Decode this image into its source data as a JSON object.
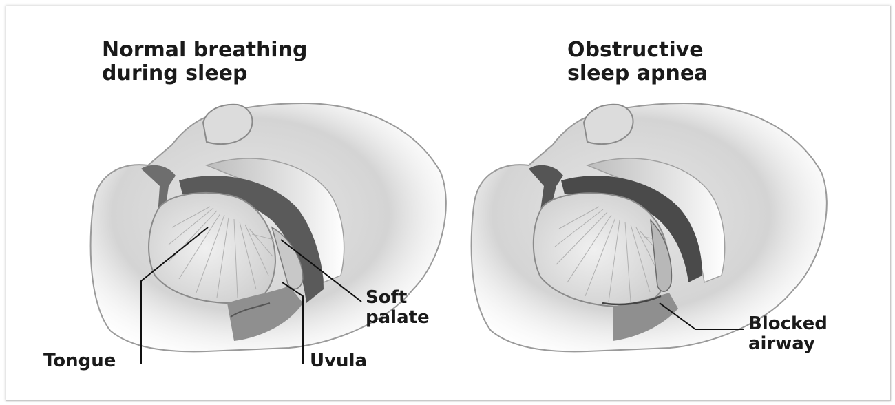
{
  "panels": [
    {
      "title_lines": [
        "Normal breathing",
        "during sleep"
      ],
      "labels": {
        "tongue": "Tongue",
        "uvula": "Uvula",
        "soft_palate_lines": [
          "Soft",
          "palate"
        ]
      }
    },
    {
      "title_lines": [
        "Obstructive",
        "sleep apnea"
      ],
      "labels": {
        "blocked_airway_lines": [
          "Blocked",
          "airway"
        ]
      }
    }
  ]
}
